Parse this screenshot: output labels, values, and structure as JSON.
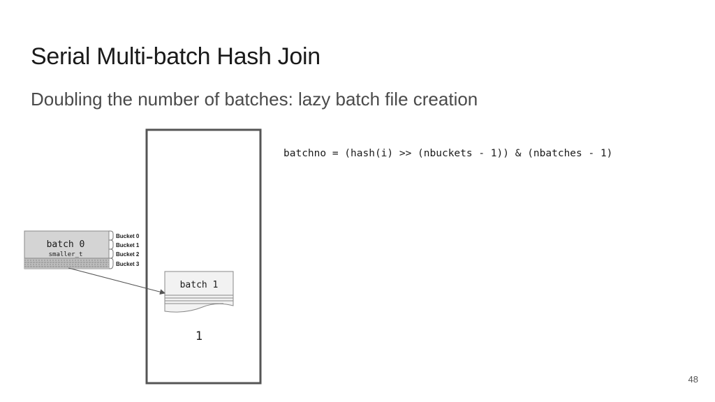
{
  "slide": {
    "title": "Serial Multi-batch Hash Join",
    "subtitle": "Doubling the number of batches: lazy batch file creation",
    "page_number": "48"
  },
  "formula": "batchno = (hash(i) >> (nbuckets - 1)) & (nbatches - 1)",
  "batch0": {
    "label": "batch 0",
    "table_label": "smaller_t",
    "buckets": [
      "Bucket 0",
      "Bucket 1",
      "Bucket 2",
      "Bucket 3"
    ]
  },
  "batch1": {
    "label": "batch 1"
  },
  "batch_count": "1",
  "colors": {
    "container_border": "#555555",
    "batch0_fill": "#d4d4d4",
    "batch1_fill": "#f2f2f2",
    "arrow": "#555555"
  }
}
